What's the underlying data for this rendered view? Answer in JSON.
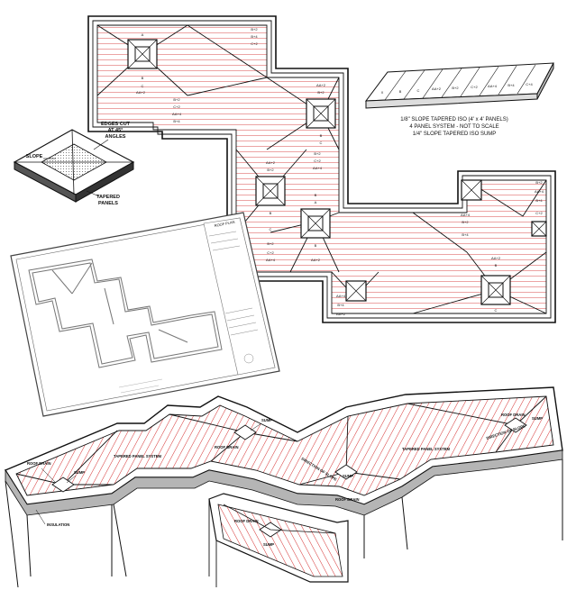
{
  "tapered_iso": {
    "line1": "1/8\" SLOPE TAPERED ISO (4' x 4' PANELS)",
    "line2": "4 PANEL SYSTEM - NOT TO SCALE",
    "line3": "1/4\" SLOPE TAPERED ISO SUMP",
    "panel_letters": [
      "X",
      "B",
      "C",
      "AA+2",
      "B+2",
      "C+2",
      "AA+4",
      "B+4",
      "C+4"
    ]
  },
  "panel_detail": {
    "edges_cut": "EDGES CUT",
    "at_45": "AT 45°",
    "angles": "ANGLES",
    "slope": "SLOPE",
    "tapered": "TAPERED",
    "panels": "PANELS"
  },
  "roof_plan_sheet": {
    "title": "ROOF PLAN"
  },
  "iso_view": {
    "sump": "SUMP",
    "roof_drain": "ROOF DRAIN",
    "tapered_panel_system": "TAPERED PANEL SYSTEM",
    "direction_of_slope": "DIRECTION OF SLOPE",
    "insulation": "INSULATION"
  },
  "plan_labels": {
    "codes": [
      "A",
      "B",
      "C",
      "AA+2",
      "B+2",
      "C+2",
      "AA+4",
      "B+4",
      "C+4"
    ]
  },
  "colors": {
    "taper_line": "#d01818",
    "outline": "#111111",
    "sheet_grey": "#9a9a9a"
  }
}
